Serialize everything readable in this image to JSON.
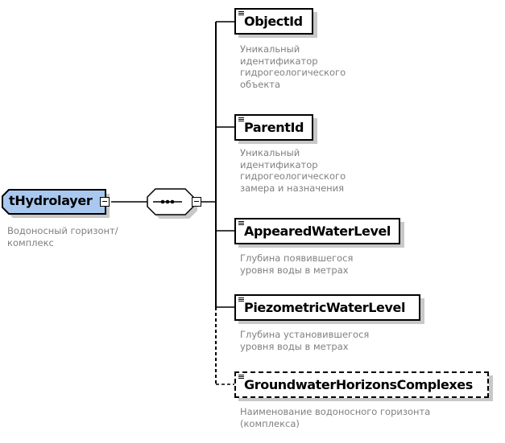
{
  "root": {
    "name": "tHydrolayer",
    "description": "Водоносный горизонт/\nкомплекс",
    "fill_color": "#a8c8f0"
  },
  "compositor": {
    "type": "sequence",
    "icon": "sequence-icon"
  },
  "elements": [
    {
      "name": "ObjectId",
      "optional": false,
      "description_lines": [
        "Уникальный",
        "идентификатор",
        "гидрогеологического",
        "объекта"
      ]
    },
    {
      "name": "ParentId",
      "optional": false,
      "description_lines": [
        "Уникальный",
        "идентификатор",
        "гидрогеологического",
        "замера и назначения"
      ]
    },
    {
      "name": "AppearedWaterLevel",
      "optional": false,
      "description_lines": [
        "Глубина появившегося",
        "уровня воды в метрах"
      ]
    },
    {
      "name": "PiezometricWaterLevel",
      "optional": false,
      "description_lines": [
        "Глубина установившегося",
        "уровня воды в метрах"
      ]
    },
    {
      "name": "GroundwaterHorizonsComplexes",
      "optional": true,
      "description_lines": [
        "Наименование водоносного горизонта",
        "(комплекса)"
      ]
    }
  ],
  "root_description_lines": [
    "Водоносный горизонт/",
    "комплекс"
  ]
}
